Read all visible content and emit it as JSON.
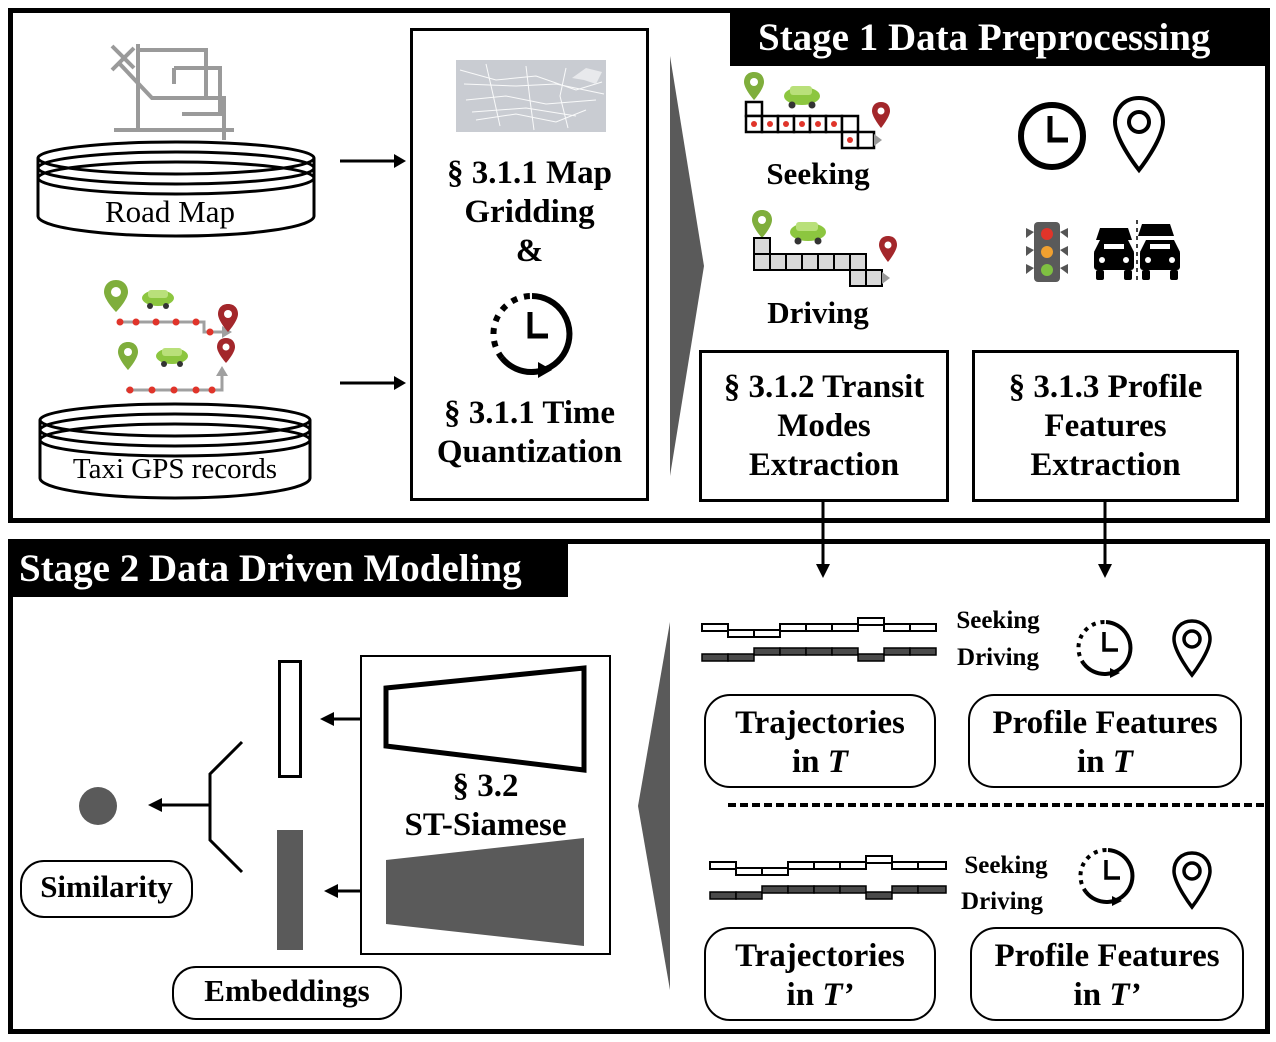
{
  "stage1": {
    "title": "Stage 1 Data Preprocessing",
    "road_map_label": "Road Map",
    "taxi_gps_label": "Taxi GPS records",
    "map_gridding": {
      "line1": "§ 3.1.1 Map",
      "line2": "Gridding",
      "line3": "&",
      "line4": "§ 3.1.1 Time",
      "line5": "Quantization"
    },
    "seeking_label": "Seeking",
    "driving_label": "Driving",
    "transit_modes": {
      "line1": "§ 3.1.2 Transit",
      "line2": "Modes",
      "line3": "Extraction"
    },
    "profile_features": {
      "line1": "§ 3.1.3 Profile",
      "line2": "Features",
      "line3": "Extraction"
    }
  },
  "stage2": {
    "title": "Stage 2 Data Driven Modeling",
    "similarity_label": "Similarity",
    "embeddings_label": "Embeddings",
    "siamese": {
      "line1": "§ 3.2",
      "line2": "ST-Siamese"
    },
    "top": {
      "seeking": "Seeking",
      "driving": "Driving",
      "trajectories": {
        "line1": "Trajectories",
        "line2_prefix": "in",
        "line2_var": "T"
      },
      "profile": {
        "line1": "Profile Features",
        "line2_prefix": "in",
        "line2_var": "T"
      }
    },
    "bottom": {
      "seeking": "Seeking",
      "driving": "Driving",
      "trajectories": {
        "line1": "Trajectories",
        "line2_prefix": "in",
        "line2_var": "T’"
      },
      "profile": {
        "line1": "Profile Features",
        "line2_prefix": "in",
        "line2_var": "T’"
      }
    }
  },
  "colors": {
    "frame": "#000000",
    "dark_gray": "#5a5a5a",
    "mid_gray": "#808080",
    "light_gray": "#d9d9d9",
    "pin_green": "#7fae3c",
    "pin_red": "#a3272b",
    "gps_dot": "#e0342a",
    "car_green": "#8cc63f"
  },
  "icons": [
    "road-map-icon",
    "database-icon",
    "gps-trajectory-icon",
    "us-map-icon",
    "clock-icon",
    "location-pin-icon",
    "traffic-light-icon",
    "traffic-jam-icon",
    "grid-trajectory-icon",
    "timeline-icon"
  ]
}
